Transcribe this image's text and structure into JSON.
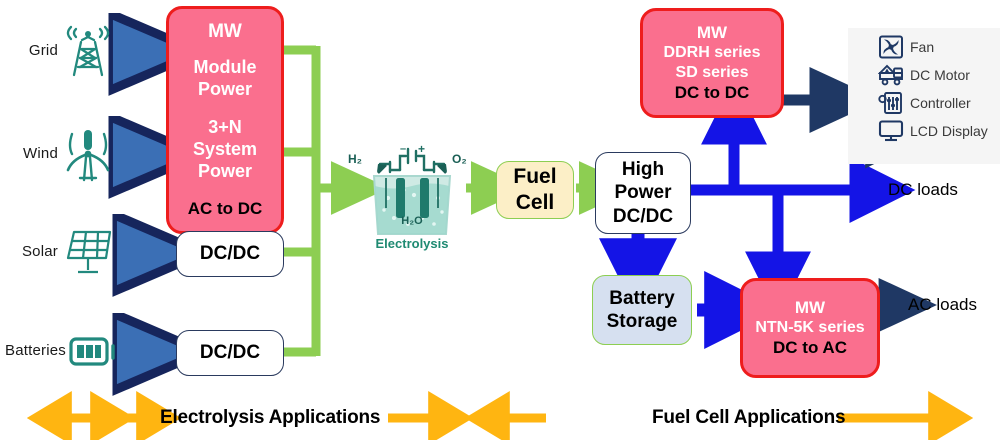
{
  "diagram": {
    "title": "Electrolysis and Fuel Cell Power Conversion Block Diagram"
  },
  "sources": [
    {
      "label": "Grid",
      "icon": "antenna-tower-icon"
    },
    {
      "label": "Wind",
      "icon": "wind-turbine-icon"
    },
    {
      "label": "Solar",
      "icon": "solar-panel-icon"
    },
    {
      "label": "Batteries",
      "icon": "battery-icon"
    }
  ],
  "converters": {
    "ac_dc": {
      "line1": "MW",
      "line2": "Module",
      "line3": "Power",
      "line4": "3+N",
      "line5": "System",
      "line6": "Power",
      "line7": "AC to DC"
    },
    "solar_dcdc": "DC/DC",
    "battery_dcdc": "DC/DC"
  },
  "electrolysis": {
    "caption": "Electrolysis",
    "hydrogen": "H₂",
    "oxygen": "O₂",
    "water": "H₂O",
    "negative": "–",
    "positive": "+"
  },
  "fuel_cell": {
    "line1": "Fuel",
    "line2": "Cell"
  },
  "high_power": {
    "line1": "High",
    "line2": "Power",
    "line3": "DC/DC"
  },
  "battery_storage": {
    "line1": "Battery",
    "line2": "Storage"
  },
  "dc_dc_module": {
    "line1": "MW",
    "line2": "DDRH series",
    "line3": "SD series",
    "line4": "DC to DC"
  },
  "dc_ac_module": {
    "line1": "MW",
    "line2": "NTN-5K series",
    "line3": "DC to AC"
  },
  "loads_panel": [
    {
      "label": "Fan",
      "icon": "fan-icon"
    },
    {
      "label": "DC Motor",
      "icon": "dc-motor-icon"
    },
    {
      "label": "Controller",
      "icon": "controller-icon"
    },
    {
      "label": "LCD Display",
      "icon": "lcd-display-icon"
    }
  ],
  "wire_labels": {
    "dc_loads": "DC loads",
    "ac_loads": "AC loads"
  },
  "banner": {
    "left": "Electrolysis Applications",
    "right": "Fuel Cell Applications"
  },
  "colors": {
    "pink_fill": "#FA6F8E",
    "pink_border": "#EE1D1D",
    "green_bus": "#8DCE52",
    "blue_arrow": "#3B6FB5",
    "blue_bus": "#1414E6",
    "navy": "#1F3864",
    "amber": "#FFB511",
    "teal": "#22897E",
    "cream": "#FCEFC7",
    "steel": "#D6E0F0"
  }
}
